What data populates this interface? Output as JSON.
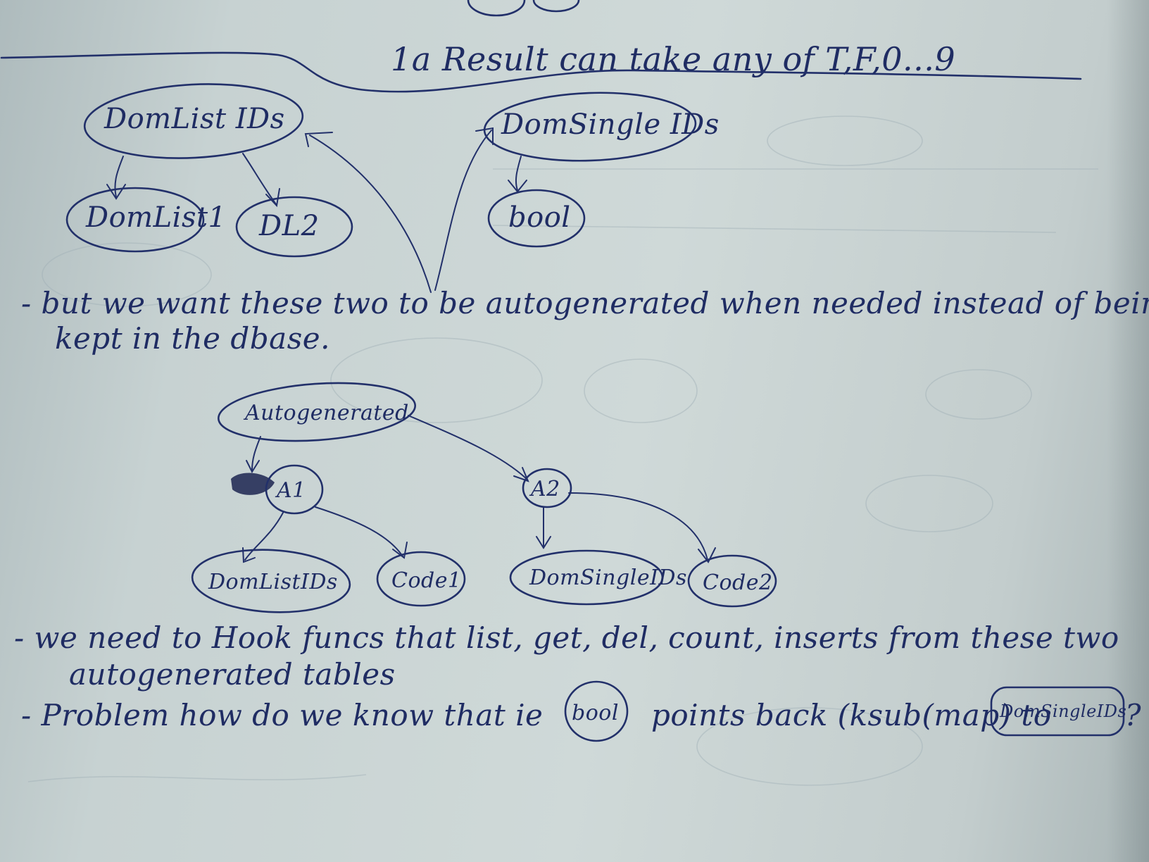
{
  "header_note": "1a Result can take any of T,F,0...9",
  "nodes": {
    "domlist_ids": "DomList IDs",
    "domlist1": "DomList1",
    "dl2": "DL2",
    "domsingle_ids": "DomSingle IDs",
    "bool": "bool",
    "autogenerated": "Autogenerated",
    "a1": "A1",
    "a2": "A2",
    "domlist_ids_2": "DomListIDs",
    "code1": "Code1",
    "domsingle_ids_2": "DomSingleIDs",
    "code2": "Code2"
  },
  "notes": {
    "line1": "- but we want these two to be autogenerated when needed instead of being",
    "line2": "kept in the dbase.",
    "line3": "- we need to Hook funcs that list, get, del, count, inserts from these two",
    "line4": "autogenerated tables",
    "line5_a": "- Problem how do we know that ie",
    "line5_bool": "bool",
    "line5_b": "points back (ksub(map) to",
    "line5_boxed": "DomSingleIDs",
    "line5_end": "?"
  },
  "colors": {
    "ink": "#22306a",
    "paper": "#cfd9d8"
  }
}
